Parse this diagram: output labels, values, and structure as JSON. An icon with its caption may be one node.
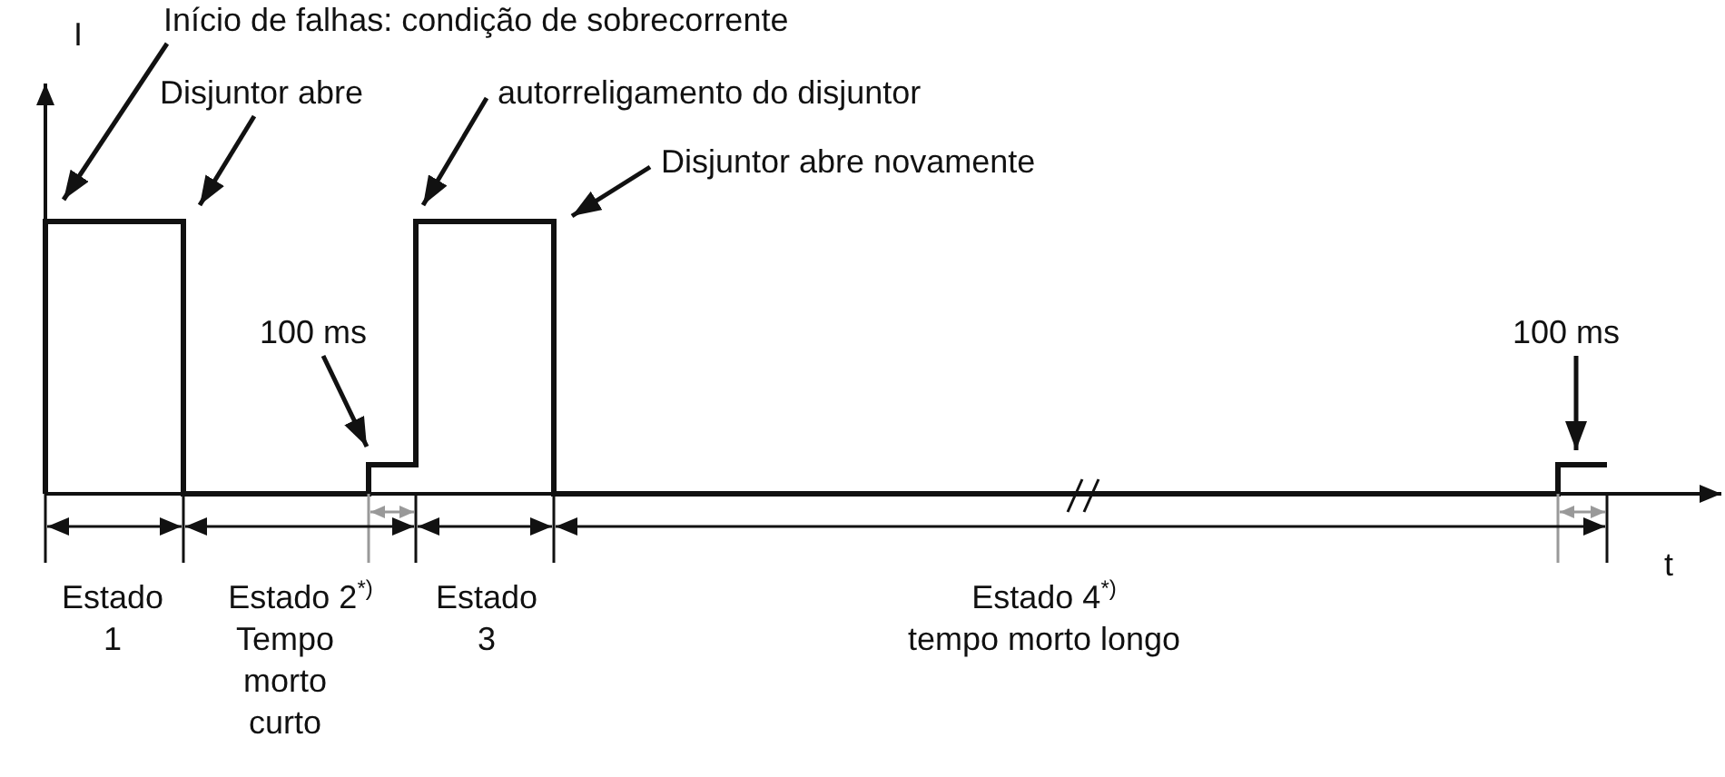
{
  "diagram": {
    "nodes": [
      {
        "text": [
          "Início de falhas: condição de sobrecorrente"
        ]
      },
      {
        "text": [
          "Disjuntor abre"
        ]
      },
      {
        "text": [
          "autorreligamento do disjuntor"
        ]
      },
      {
        "text": [
          "Disjuntor abre novamente"
        ]
      },
      {
        "text": [
          "100 ms"
        ]
      },
      {
        "text": [
          "100 ms"
        ]
      }
    ],
    "edges": [
      {
        "from": 0,
        "to": null,
        "arrow": "to"
      },
      {
        "from": 1,
        "to": null,
        "arrow": "to"
      },
      {
        "from": 2,
        "to": null,
        "arrow": "to"
      },
      {
        "from": 3,
        "to": null,
        "arrow": "to"
      },
      {
        "from": 4,
        "to": null,
        "arrow": "to"
      },
      {
        "from": 5,
        "to": null,
        "arrow": "to"
      }
    ],
    "labels": [
      "I",
      "t",
      "Estado 1",
      "Estado 2$^{*)}$",
      "Tempo morto curto",
      "Estado 3",
      "Estado 4$^{*)}$",
      "tempo morto longo"
    ]
  }
}
